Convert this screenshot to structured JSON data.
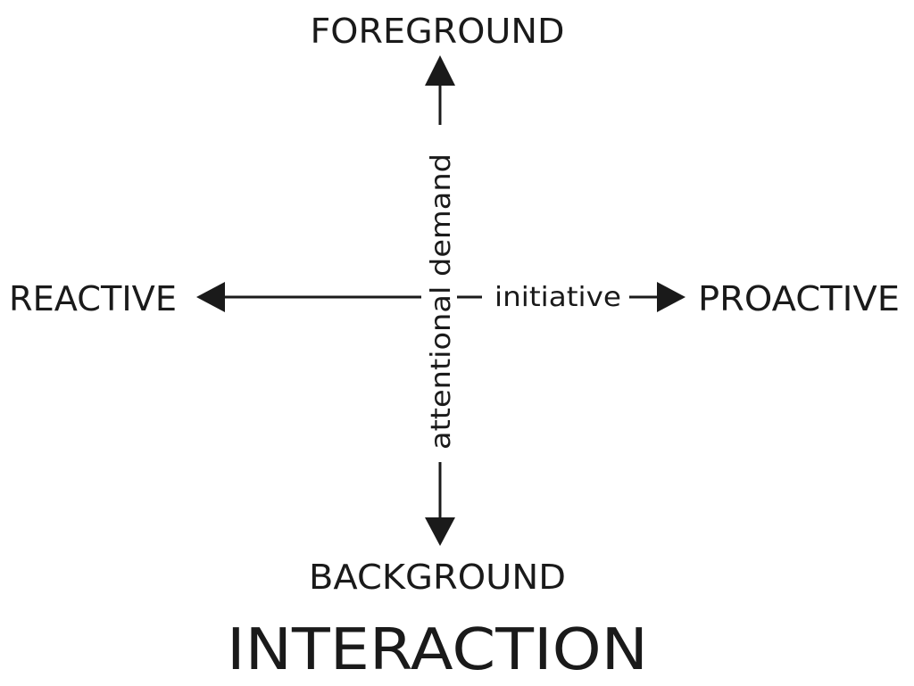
{
  "diagram": {
    "top_label": "FOREGROUND",
    "bottom_label": "BACKGROUND",
    "left_label": "REACTIVE",
    "right_label": "PROACTIVE",
    "vertical_axis_label": "attentional demand",
    "horizontal_axis_label": "initiative",
    "title": "INTERACTION",
    "colors": {
      "ink": "#1a1a1a",
      "background": "#ffffff"
    }
  }
}
